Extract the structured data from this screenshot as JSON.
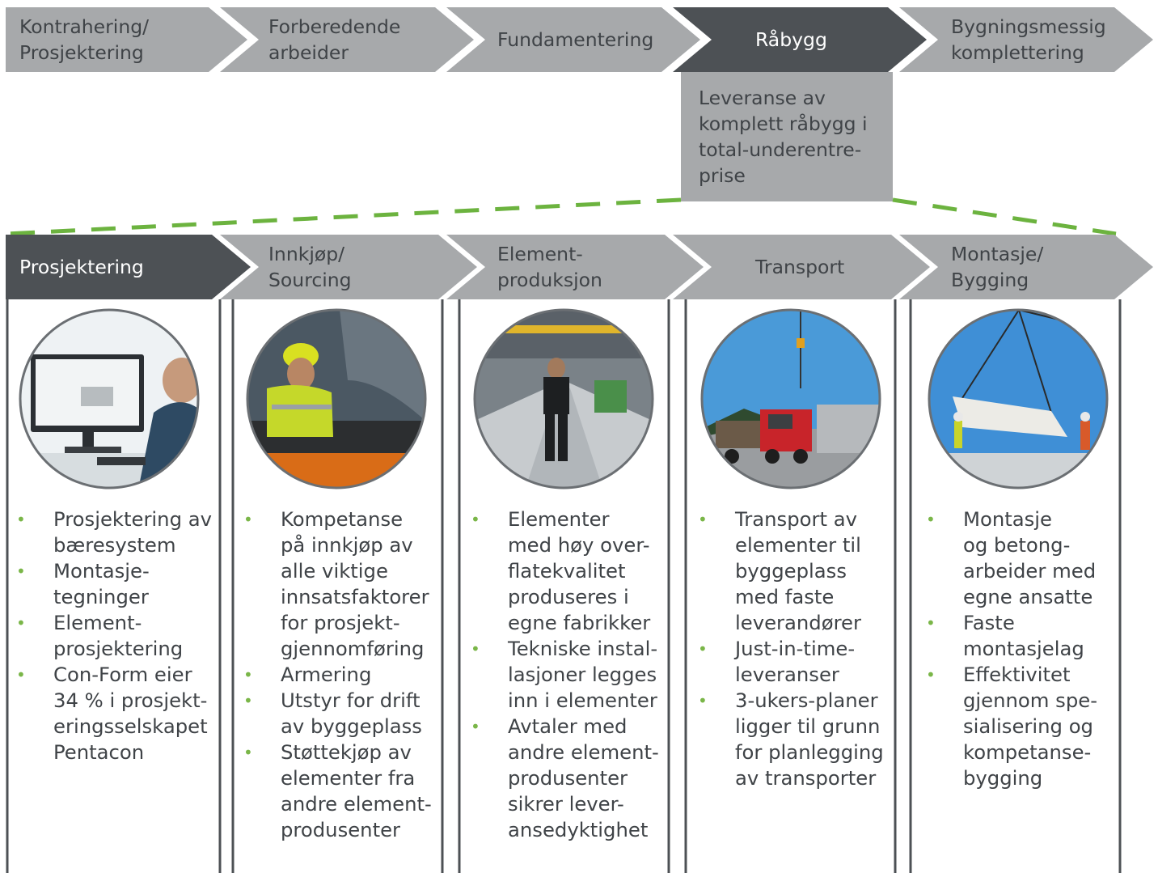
{
  "colors": {
    "chevron_light": "#a7a9ab",
    "chevron_dark": "#4d5155",
    "accent_green": "#6cb33f",
    "text": "#3f4347",
    "border": "#4d5155"
  },
  "top_chevrons": [
    {
      "label": "Kontrahering/\nProsjektering",
      "active": false
    },
    {
      "label": "Forberedende\narbeider",
      "active": false
    },
    {
      "label": "Fundamentering",
      "active": false
    },
    {
      "label": "Råbygg",
      "active": true
    },
    {
      "label": "Bygningsmessig\nkomplettering",
      "active": false
    }
  ],
  "raabygg_detail": "Leveranse av\nkomplett råbygg i\ntotal-underentre-\nprise",
  "bottom_chevrons": [
    {
      "label": "Prosjektering",
      "active": true
    },
    {
      "label": "Innkjøp/\nSourcing",
      "active": false
    },
    {
      "label": "Element-\nproduksjon",
      "active": false
    },
    {
      "label": "Transport",
      "active": false
    },
    {
      "label": "Montasje/\nBygging",
      "active": false
    }
  ],
  "columns": [
    {
      "photo": "designer-at-computer-photo",
      "bullets": [
        "Prosjektering av\nbæresystem",
        "Montasje-\ntegninger",
        "Element-\nprosjektering",
        "Con-Form eier\n34 % i prosjekt-\neringsselskapet\nPentacon"
      ]
    },
    {
      "photo": "worker-sourcing-photo",
      "bullets": [
        "Kompetanse\npå innkjøp av\nalle viktige\ninnsatsfaktorer\nfor prosjekt-\ngjennomføring",
        "Armering",
        "Utstyr for drift\nav byggeplass",
        "Støttekjøp av\nelementer fra\nandre element-\nprodusenter"
      ]
    },
    {
      "photo": "factory-production-photo",
      "bullets": [
        "Elementer\nmed høy over-\nflatekvalitet\nproduseres i\negne fabrikker",
        "Tekniske instal-\nlasjoner legges\ninn i elementer",
        "Avtaler med\nandre element-\nprodusenter\nsikrer lever-\nansedyktighet"
      ]
    },
    {
      "photo": "truck-transport-photo",
      "bullets": [
        "Transport av\nelementer til\nbyggeplass\nmed faste\nleverandører",
        "Just-in-time-\nleveranser",
        "3-ukers-planer\nligger til grunn\nfor planlegging\nav transporter"
      ]
    },
    {
      "photo": "crane-assembly-photo",
      "bullets": [
        "Montasje\nog betong-\narbeider med\negne ansatte",
        "Faste\nmontasjelag",
        "Effektivitet\ngjennom spe-\nsialisering og\nkompetanse-\nbygging"
      ]
    }
  ]
}
